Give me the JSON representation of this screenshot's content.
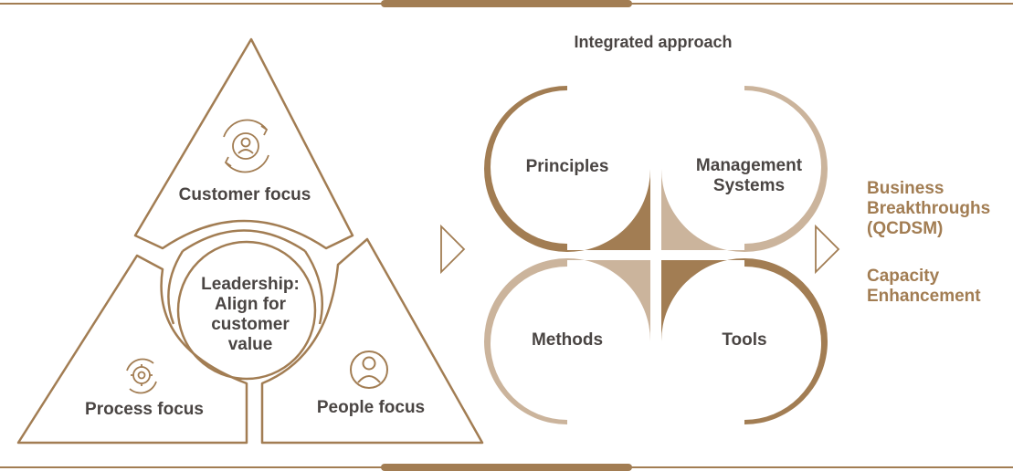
{
  "colors": {
    "primary": "#a27d53",
    "light": "#cbb49c",
    "text": "#4a4543",
    "accent": "#a27d53"
  },
  "triangle": {
    "top_label": "Customer focus",
    "left_label": "Process focus",
    "right_label": "People focus",
    "center_label": "Leadership: Align for customer value",
    "top_icon": "customer-cycle-icon",
    "left_icon": "gear-cycle-icon",
    "right_icon": "person-icon"
  },
  "approach": {
    "title": "Integrated approach",
    "principles": "Principles",
    "management": "Management Systems",
    "methods": "Methods",
    "tools": "Tools"
  },
  "outcomes": {
    "business": "Business Breakthroughs (QCDSM)",
    "capacity": "Capacity Enhancement"
  }
}
